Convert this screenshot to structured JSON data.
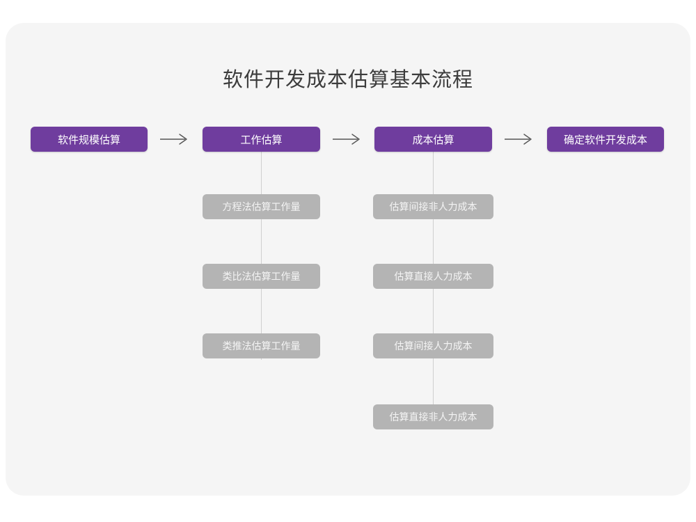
{
  "page": {
    "title": "软件开发成本估算基本流程",
    "background": "#ffffff",
    "canvas_color": "#f5f5f5"
  },
  "colors": {
    "primary": "#6f3d9e",
    "secondary": "#b4b4b4",
    "primary_text": "#ffffff",
    "secondary_text": "#f4f4f4",
    "title_text": "#3c3c3c",
    "connector": "#cfcfcf",
    "arrow": "#555555"
  },
  "flow": {
    "main_steps": [
      {
        "label": "软件规模估算"
      },
      {
        "label": "工作估算"
      },
      {
        "label": "成本估算"
      },
      {
        "label": "确定软件开发成本"
      }
    ],
    "arrows": [
      {
        "name": "arrow-1",
        "glyph": "right-arrow-icon"
      },
      {
        "name": "arrow-2",
        "glyph": "right-arrow-icon"
      },
      {
        "name": "arrow-3",
        "glyph": "right-arrow-icon"
      }
    ],
    "branches": [
      {
        "parent": "工作估算",
        "items": [
          {
            "label": "方程法估算工作量"
          },
          {
            "label": "类比法估算工作量"
          },
          {
            "label": "类推法估算工作量"
          }
        ]
      },
      {
        "parent": "成本估算",
        "items": [
          {
            "label": "估算间接非人力成本"
          },
          {
            "label": "估算直接人力成本"
          },
          {
            "label": "估算间接人力成本"
          },
          {
            "label": "估算直接非人力成本"
          }
        ]
      }
    ]
  }
}
